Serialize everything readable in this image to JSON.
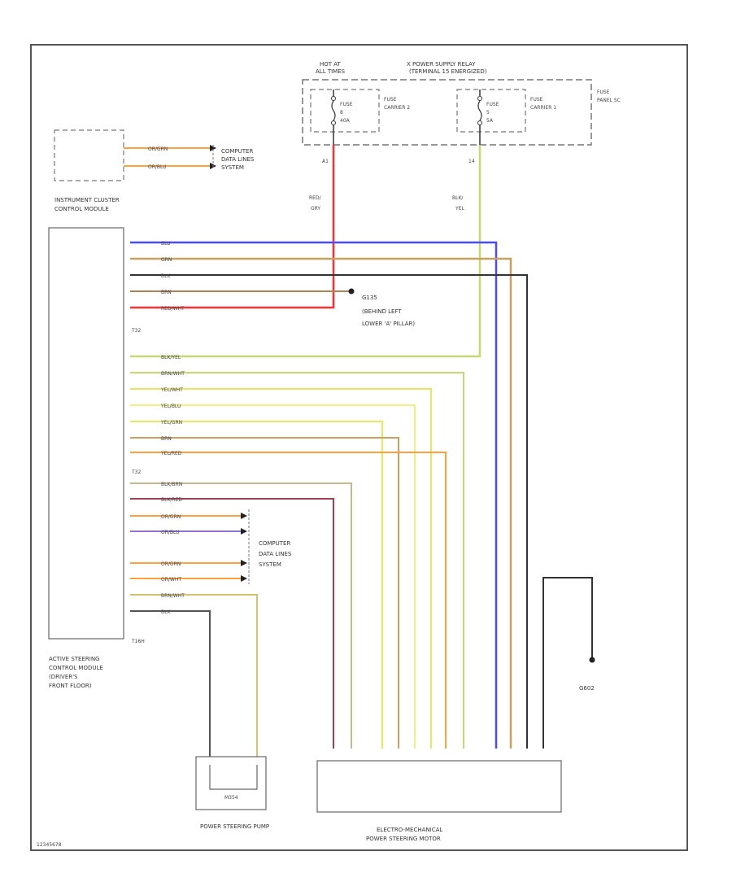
{
  "diagram": {
    "fuse_header_hot": [
      "HOT AT",
      "ALL TIMES"
    ],
    "fuse_header_relay": [
      "X POWER SUPPLY RELAY",
      "(TERMINAL 15 ENERGIZED)"
    ],
    "fuse_block_a": {
      "label": "FUSE",
      "sub": "8",
      "amp": "40A",
      "carrier": [
        "FUSE",
        "CARRIER 2"
      ]
    },
    "fuse_block_b": {
      "label": "FUSE",
      "sub": "5",
      "amp": "5A",
      "carrier": [
        "FUSE",
        "CARRIER 1"
      ]
    },
    "fuse_panel": [
      "FUSE",
      "PANEL SC"
    ],
    "wire_red_color": [
      "RED/",
      "GRY"
    ],
    "wire_blk_color": [
      "BLK/",
      "YEL"
    ],
    "instrument_cluster": [
      "INSTRUMENT CLUSTER",
      "CONTROL MODULE"
    ],
    "ic_wires": [
      "OR/GRN",
      "OR/BLU"
    ],
    "computer_data_top": [
      "COMPUTER",
      "DATA LINES",
      "SYSTEM"
    ],
    "computer_data_mid": [
      "COMPUTER",
      "DATA LINES",
      "SYSTEM"
    ],
    "active_module": [
      "ACTIVE STEERING",
      "CONTROL MODULE",
      "(DRIVER'S",
      "FRONT FLOOR)"
    ],
    "connector_a": "T32",
    "connector_b": "T32",
    "connector_c": "T16H",
    "ground_note": [
      "G135",
      "(BEHIND LEFT",
      "LOWER 'A' PILLAR)"
    ],
    "ground_right": "G602",
    "pump": "POWER STEERING PUMP",
    "pump_box": "M354",
    "motor": [
      "ELECTRO-MECHANICAL",
      "POWER STEERING MOTOR"
    ],
    "pin_labels_top": [
      "BLU",
      "GRN",
      "BLK",
      "BRN",
      "RED/WHT"
    ],
    "pin_labels_mid": [
      "BLK/YEL",
      "BRN/WHT",
      "YEL/WHT",
      "YEL/BLU",
      "YEL/GRN",
      "BRN",
      "YEL/RED"
    ],
    "pin_labels_low": [
      "BLK/BRN",
      "BLK/RED",
      "OR/GRN",
      "OR/BLU",
      "OR/GRN",
      "OR/WHT",
      "BRN/WHT",
      "BLK"
    ],
    "footer_code": "12345678",
    "colors": {
      "blue": "#4a4aff",
      "red": "#ff3030",
      "black": "#333333",
      "tan": "#c8a060",
      "yellow": "#e8e860",
      "ygreen": "#c8d870",
      "orange": "#ffa040",
      "brown": "#b08050",
      "purple": "#9070d0",
      "darkred": "#a04050",
      "lightyellow": "#f0f080"
    }
  }
}
